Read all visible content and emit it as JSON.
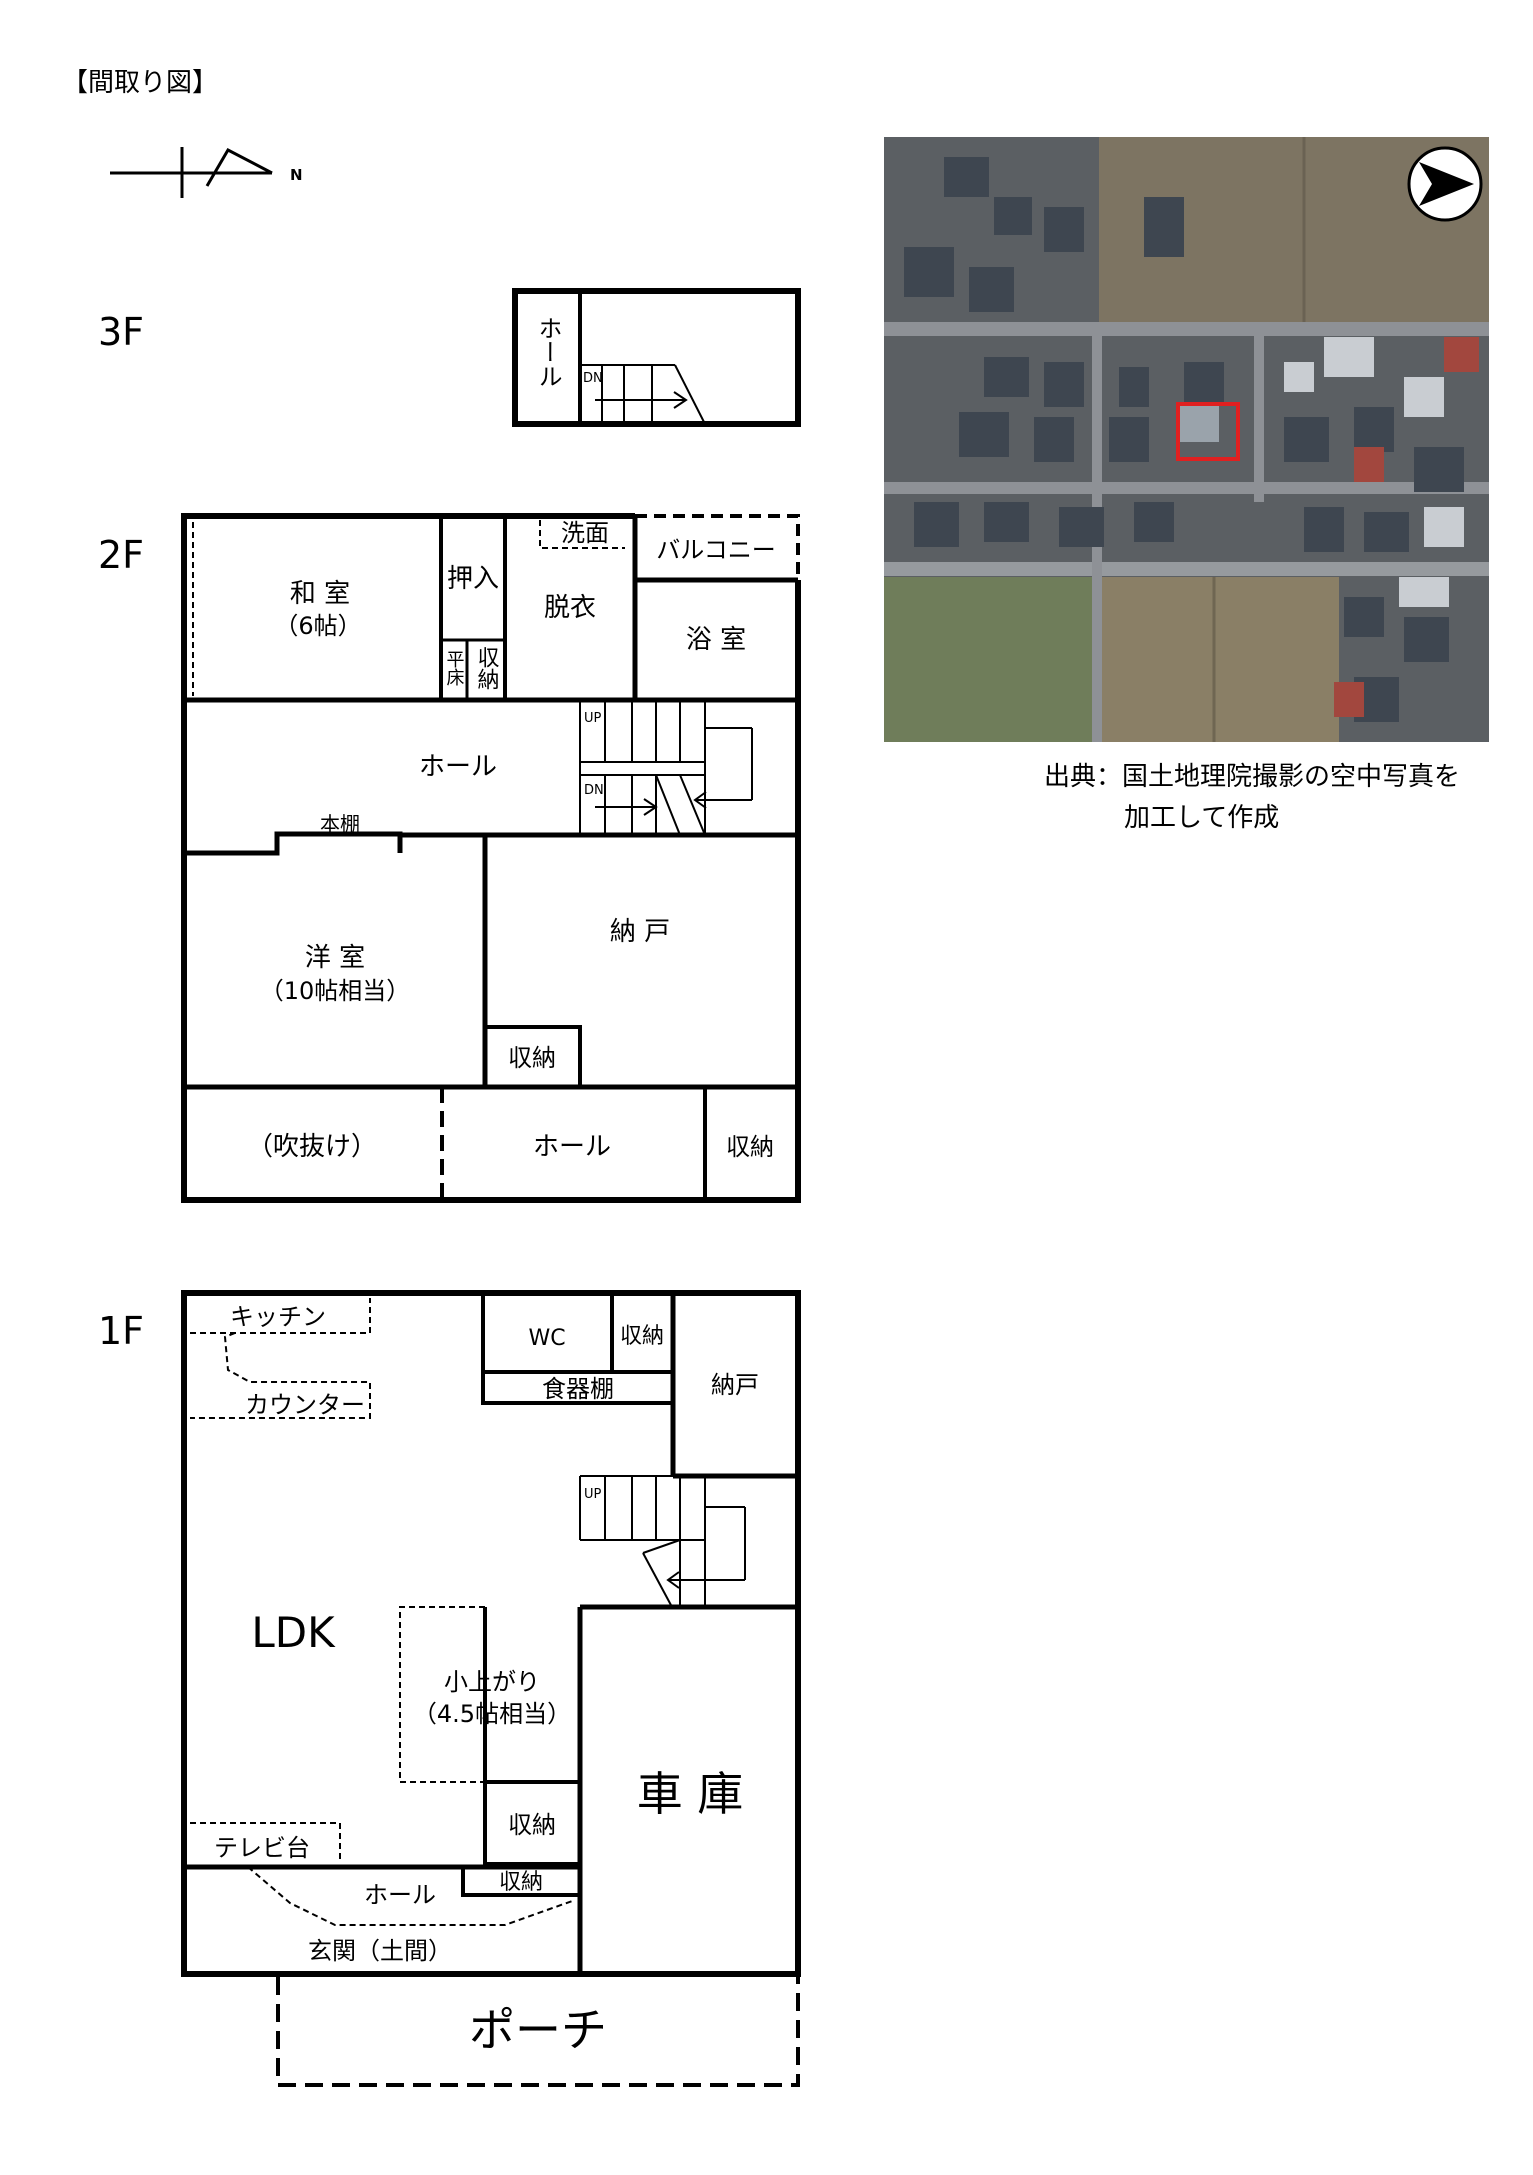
{
  "title": "【間取り図】",
  "compass": {
    "label": "N"
  },
  "floor_labels": {
    "f3": "3F",
    "f2": "2F",
    "f1": "1F"
  },
  "rooms_3f": {
    "hall": "ホール",
    "dn": "DN"
  },
  "rooms_2f": {
    "washitsu": "和 室",
    "washitsu_size": "（6帖）",
    "oshiire": "押入",
    "hiradoko": "平床",
    "shuno_small": "収納",
    "senmen": "洗面",
    "datsui": "脱衣",
    "balcony": "バルコニー",
    "yokushitsu": "浴 室",
    "hall": "ホール",
    "up": "UP",
    "dn": "DN",
    "hondana": "本棚",
    "yoshitsu": "洋 室",
    "yoshitsu_size": "（10帖相当）",
    "nando": "納 戸",
    "shuno_nando": "収納",
    "fukinuke": "（吹抜け）",
    "hall_bottom": "ホール",
    "shuno_right": "収納"
  },
  "rooms_1f": {
    "kitchen": "キッチン",
    "counter": "カウンター",
    "wc": "WC",
    "shuno_wc": "収納",
    "shokkidana": "食器棚",
    "nando": "納戸",
    "up": "UP",
    "ldk": "LDK",
    "koagari": "小上がり",
    "koagari_size": "（4.5帖相当）",
    "shuno_mid": "収納",
    "shako": "車 庫",
    "tvdai": "テレビ台",
    "hall": "ホール",
    "shuno_hall": "収納",
    "genkan": "玄関（土間）",
    "porch": "ポーチ"
  },
  "credit": {
    "line1": "出典：国土地理院撮影の空中写真を",
    "line2": "加工して作成"
  },
  "photo": {
    "highlight_color": "#e02020",
    "north_icon": "north-arrow-icon"
  }
}
